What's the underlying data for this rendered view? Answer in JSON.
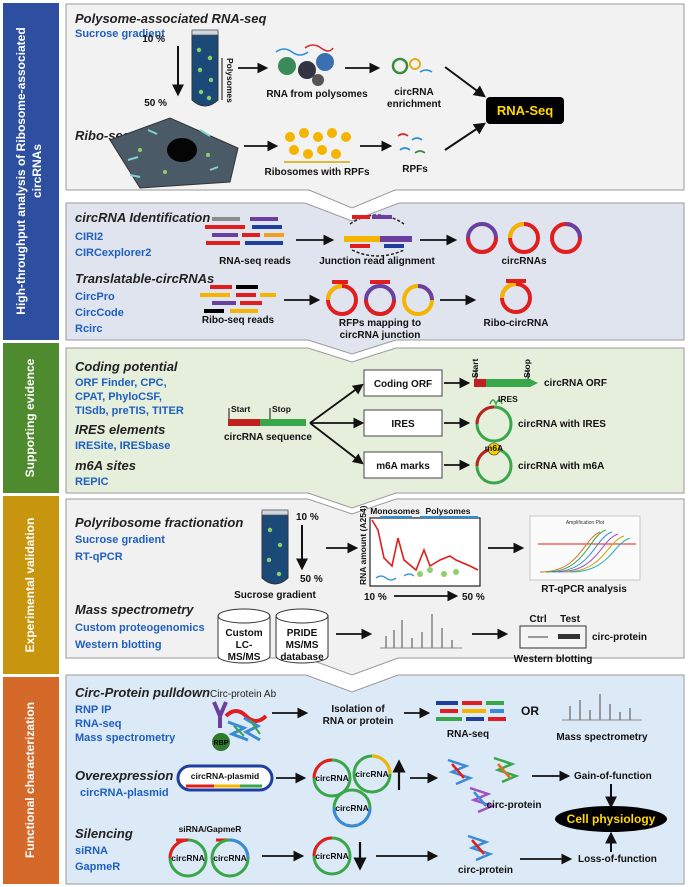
{
  "sidebar": [
    {
      "line1": "High-throughput analysis of Ribosome-associated",
      "line2": "circRNAs",
      "color": "#2e4fa0"
    },
    {
      "line1": "Supporting evidence",
      "line2": "",
      "color": "#4e8a2e"
    },
    {
      "line1": "Experimental validation",
      "line2": "",
      "color": "#c8950e"
    },
    {
      "line1": "Functional characterization",
      "line2": "",
      "color": "#d4692a"
    }
  ],
  "s1": {
    "polysome_title": "Polysome-associated RNA-seq",
    "sucrose": "Sucrose gradient",
    "pct10": "10 %",
    "pct50": "50 %",
    "polysomes": "Polysomes",
    "rna_from_polysomes": "RNA from polysomes",
    "circ_enrich1": "circRNA",
    "circ_enrich2": "enrichment",
    "rnaseq_box": "RNA-Seq",
    "riboseq_title": "Ribo-seq",
    "ribosomes_rpf": "Ribosomes with RPFs",
    "rpfs": "RPFs"
  },
  "s2": {
    "ident_title": "circRNA Identification",
    "tools_ident": [
      "CIRI2",
      "CIRCexplorer2"
    ],
    "rnaseq_reads": "RNA-seq reads",
    "junction": "Junction read alignment",
    "circrnas": "circRNAs",
    "trans_title": "Translatable-circRNAs",
    "tools_trans": [
      "CircPro",
      "CircCode",
      "Rcirc"
    ],
    "riboseq_reads": "Ribo-seq reads",
    "rfp1": "RFPs mapping to",
    "rfp2": "circRNA junction",
    "ribo_circ": "Ribo-circRNA"
  },
  "s3": {
    "coding_title": "Coding potential",
    "coding_tools": [
      "ORF Finder, CPC,",
      "CPAT, PhyloCSF,",
      "TISdb, preTIS, TITER"
    ],
    "ires_title": "IRES elements",
    "ires_tools": "IRESite, IRESbase",
    "m6a_title": "m6A sites",
    "m6a_tools": "REPIC",
    "start": "Start",
    "stop": "Stop",
    "circ_seq": "circRNA sequence",
    "box_orf": "Coding ORF",
    "box_ires": "IRES",
    "box_m6a": "m6A marks",
    "out_orf": "circRNA ORF",
    "out_ires": "circRNA with IRES",
    "out_m6a": "circRNA with m6A",
    "ires_tag": "IRES",
    "m6a_tag": "m6A"
  },
  "s4": {
    "poly_title": "Polyribosome fractionation",
    "sucrose": "Sucrose gradient",
    "rtqpcr": "RT-qPCR",
    "pct10": "10 %",
    "pct50": "50 %",
    "sucrose_caption": "Sucrose gradient",
    "monosomes": "Monosomes",
    "polysomes": "Polysomes",
    "yaxis": "RNA amount (A254)",
    "x10": "10 %",
    "x50": "50 %",
    "rtqpcr_analysis": "RT-qPCR analysis",
    "amp_plot": "Amplification Plot",
    "ms_title": "Mass spectrometry",
    "ms_tools": [
      "Custom proteogenomics",
      "Western blotting"
    ],
    "db1": [
      "Custom",
      "LC-",
      "MS/MS"
    ],
    "db2": [
      "PRIDE",
      "MS/MS",
      "database"
    ],
    "ctrl": "Ctrl",
    "test": "Test",
    "circ_protein": "circ-protein",
    "western": "Western blotting"
  },
  "s5": {
    "pulldown_title": "Circ-Protein pulldown",
    "pulldown_tools": [
      "RNP IP",
      "RNA-seq",
      "Mass spectrometry"
    ],
    "ab": "Circ-protein Ab",
    "rbp": "RBP",
    "isolation1": "Isolation of",
    "isolation2": "RNA or protein",
    "rnaseq": "RNA-seq",
    "or": "OR",
    "massspec": "Mass spectrometry",
    "over_title": "Overexpression",
    "over_tool": "circRNA-plasmid",
    "plasmid": "circRNA-plasmid",
    "circrna": "circRNA",
    "circ_protein": "circ-protein",
    "gain": "Gain-of-function",
    "cell": "Cell physiology",
    "loss": "Loss-of-function",
    "sil_title": "Silencing",
    "sil_tools": [
      "siRNA",
      "GapmeR"
    ],
    "sirna_gapmer": "siRNA/GapmeR"
  }
}
